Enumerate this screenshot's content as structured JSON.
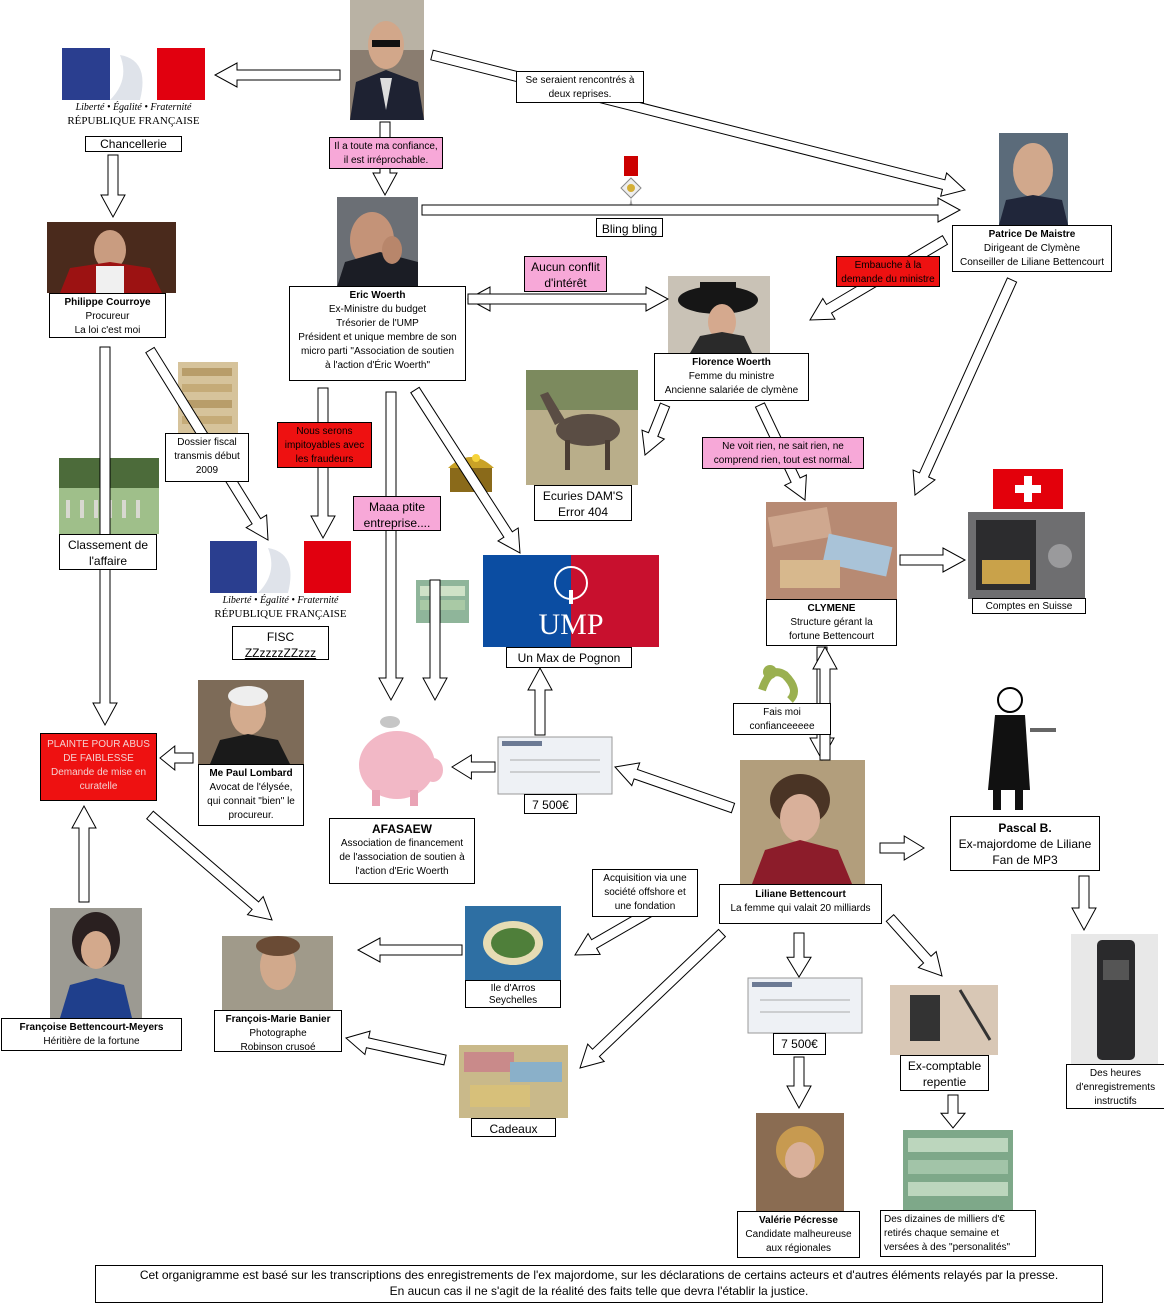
{
  "nodes": {
    "chancellerie": {
      "label": "Chancellerie"
    },
    "republique": {
      "motto": "Liberté • Égalité • Fraternité",
      "name": "RÉPUBLIQUE FRANÇAISE"
    },
    "courroye": {
      "name": "Philippe Courroye",
      "l1": "Procureur",
      "l2": "La loi c'est moi"
    },
    "woerth": {
      "name": "Eric Woerth",
      "l1": "Ex-Ministre du budget",
      "l2": "Trésorier de l'UMP",
      "l3": "Président et unique membre de son",
      "l4": "micro parti \"Association de soutien",
      "l5": "à l'action d'Éric Woerth\""
    },
    "demaistre": {
      "name": "Patrice De Maistre",
      "l1": "Dirigeant de Clymène",
      "l2": "Conseiller de Liliane Bettencourt"
    },
    "florence": {
      "name": "Florence Woerth",
      "l1": "Femme du ministre",
      "l2": "Ancienne salariée de clymène"
    },
    "ecuries": {
      "l1": "Ecuries DAM'S",
      "l2": "Error 404"
    },
    "dossier": {
      "l1": "Dossier fiscal",
      "l2": "transmis début",
      "l3": "2009"
    },
    "classement": {
      "l1": "Classement de",
      "l2": "l'affaire"
    },
    "fisc": {
      "l1": "FISC",
      "l2": "ZZzzzzZZzzz"
    },
    "ump": {
      "logo": "UMP",
      "label": "Un Max de Pognon"
    },
    "clymene": {
      "name": "CLYMENE",
      "l1": "Structure gérant la",
      "l2": "fortune Bettencourt"
    },
    "suisse": {
      "label": "Comptes en Suisse"
    },
    "plainte": {
      "l1": "PLAINTE POUR ABUS",
      "l2": "DE FAIBLESSE",
      "l3": "Demande de mise en",
      "l4": "curatelle"
    },
    "lombard": {
      "name": "Me Paul Lombard",
      "l1": "Avocat de l'élysée,",
      "l2": "qui connait \"bien\" le",
      "l3": "procureur."
    },
    "afasaew": {
      "name": "AFASAEW",
      "l1": "Association de financement",
      "l2": "de l'association de soutien à",
      "l3": "l'action d'Eric Woerth"
    },
    "cheque1": {
      "label": "7 500€"
    },
    "liliane": {
      "name": "Liliane Bettencourt",
      "l1": "La femme qui valait 20 milliards"
    },
    "pascal": {
      "name": "Pascal B.",
      "l1": "Ex-majordome de Liliane",
      "l2": "Fan de MP3"
    },
    "heures": {
      "l1": "Des heures",
      "l2": "d'enregistrements",
      "l3": "instructifs"
    },
    "francoise": {
      "name": "Françoise Bettencourt-Meyers",
      "l1": "Héritière de la fortune"
    },
    "banier": {
      "name": "François-Marie Banier",
      "l1": "Photographe",
      "l2": "Robinson crusoé"
    },
    "arros": {
      "l1": "Ile d'Arros",
      "l2": "Seychelles"
    },
    "cadeaux": {
      "label": "Cadeaux"
    },
    "cheque2": {
      "label": "7 500€"
    },
    "comptable": {
      "l1": "Ex-comptable",
      "l2": "repentie"
    },
    "pecresse": {
      "name": "Valérie Pécresse",
      "l1": "Candidate malheureuse",
      "l2": "aux régionales"
    },
    "dizaines": {
      "l1": "Des dizaines de milliers d'€",
      "l2": "retirés chaque semaine et",
      "l3": "versées à des \"personalités\""
    }
  },
  "labels": {
    "rencontres": {
      "l1": "Se seraient rencontrés à",
      "l2": "deux reprises."
    },
    "confiance": {
      "l1": "Il a toute ma confiance,",
      "l2": "il est irréprochable."
    },
    "blingbling": "Bling bling",
    "conflit": {
      "l1": "Aucun conflit",
      "l2": "d'intérêt"
    },
    "embauche": {
      "l1": "Embauche à la",
      "l2": "demande du ministre"
    },
    "impitoyables": {
      "l1": "Nous serons",
      "l2": "impitoyables avec",
      "l3": "les fraudeurs"
    },
    "ptite": {
      "l1": "Maaa ptite",
      "l2": "entreprise...."
    },
    "voitrien": {
      "l1": "Ne voit rien, ne sait rien, ne",
      "l2": "comprend rien, tout est normal."
    },
    "fais": {
      "l1": "Fais moi",
      "l2": "confianceeeee"
    },
    "acquisition": {
      "l1": "Acquisition via une",
      "l2": "société offshore et",
      "l3": "une fondation"
    }
  },
  "footer": {
    "l1": "Cet organigramme est basé sur les transcriptions des enregistrements de l'ex majordome, sur les déclarations de certains acteurs et d'autres éléments relayés par la presse.",
    "l2": "En aucun cas il ne s'agit de la réalité des faits telle que devra l'établir la justice."
  },
  "colors": {
    "pink": "#f7a8d8",
    "red": "#ee1111",
    "flag_blue": "#2a3e8f",
    "flag_red": "#e1000f",
    "ump_blue": "#0b4da2",
    "ump_red": "#c8102e",
    "swiss_red": "#e3000b"
  }
}
